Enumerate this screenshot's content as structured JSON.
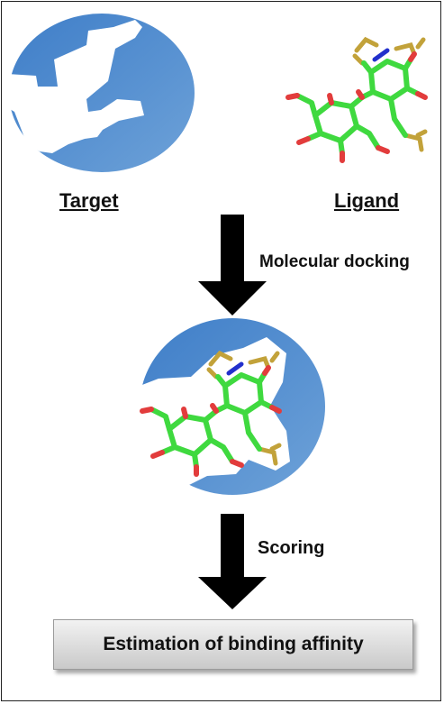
{
  "labels": {
    "target": "Target",
    "ligand": "Ligand",
    "docking_step": "Molecular docking",
    "scoring_step": "Scoring",
    "result": "Estimation of binding affinity"
  },
  "colors": {
    "protein_blob": "#4f88c9",
    "carbon": "#3fd93f",
    "oxygen": "#e23c3c",
    "nitrogen": "#2230cc",
    "sulfur": "#c2a23a",
    "arrow": "#000000",
    "result_box": "#d9d9d9"
  },
  "icons": {
    "target": "protein-target-icon",
    "ligand": "ligand-molecule-icon",
    "complex": "docked-complex-icon"
  }
}
